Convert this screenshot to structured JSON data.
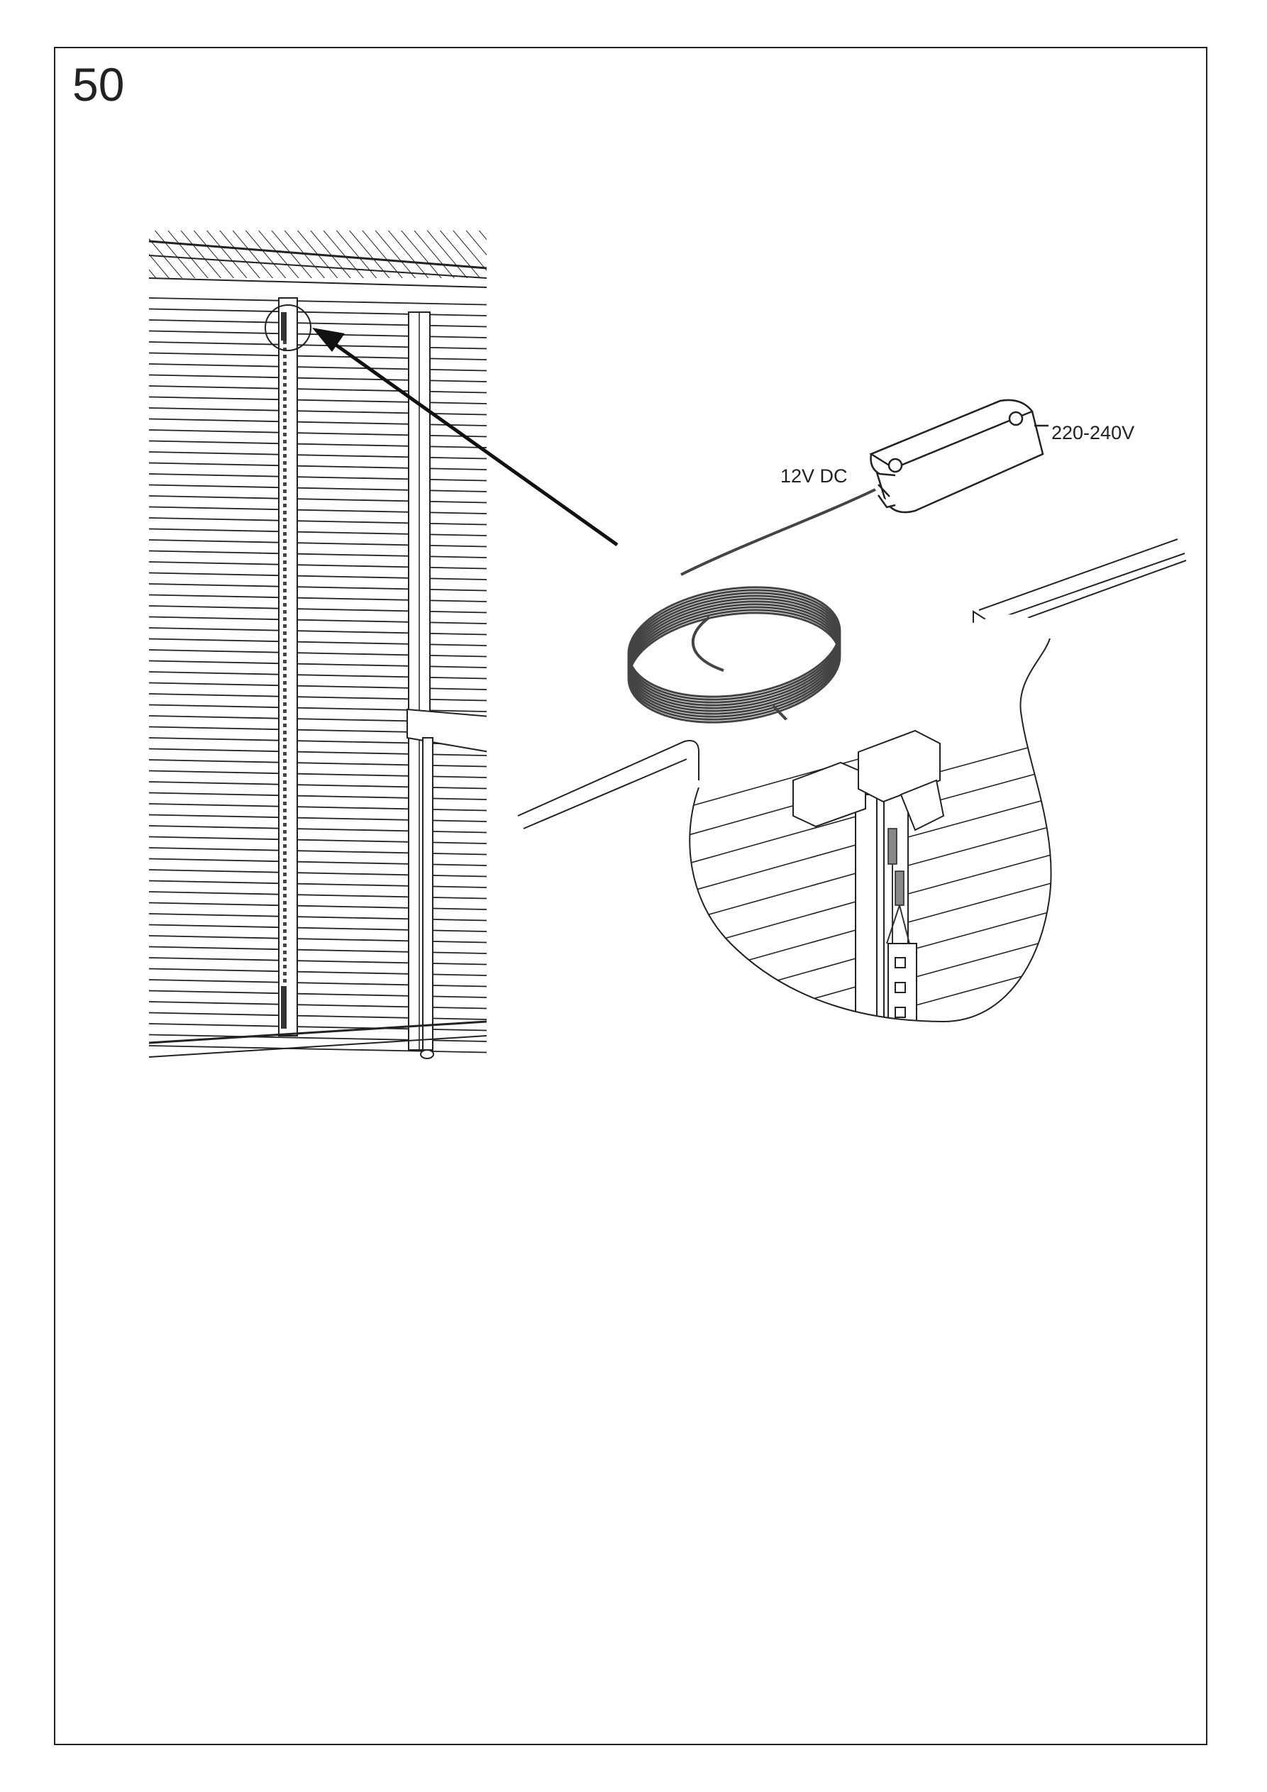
{
  "step": {
    "number": "50"
  },
  "labels": {
    "low_voltage": "12V DC",
    "mains_voltage": "220-240V"
  },
  "colors": {
    "line": "#222222",
    "cable": "#555555",
    "background": "#ffffff"
  }
}
